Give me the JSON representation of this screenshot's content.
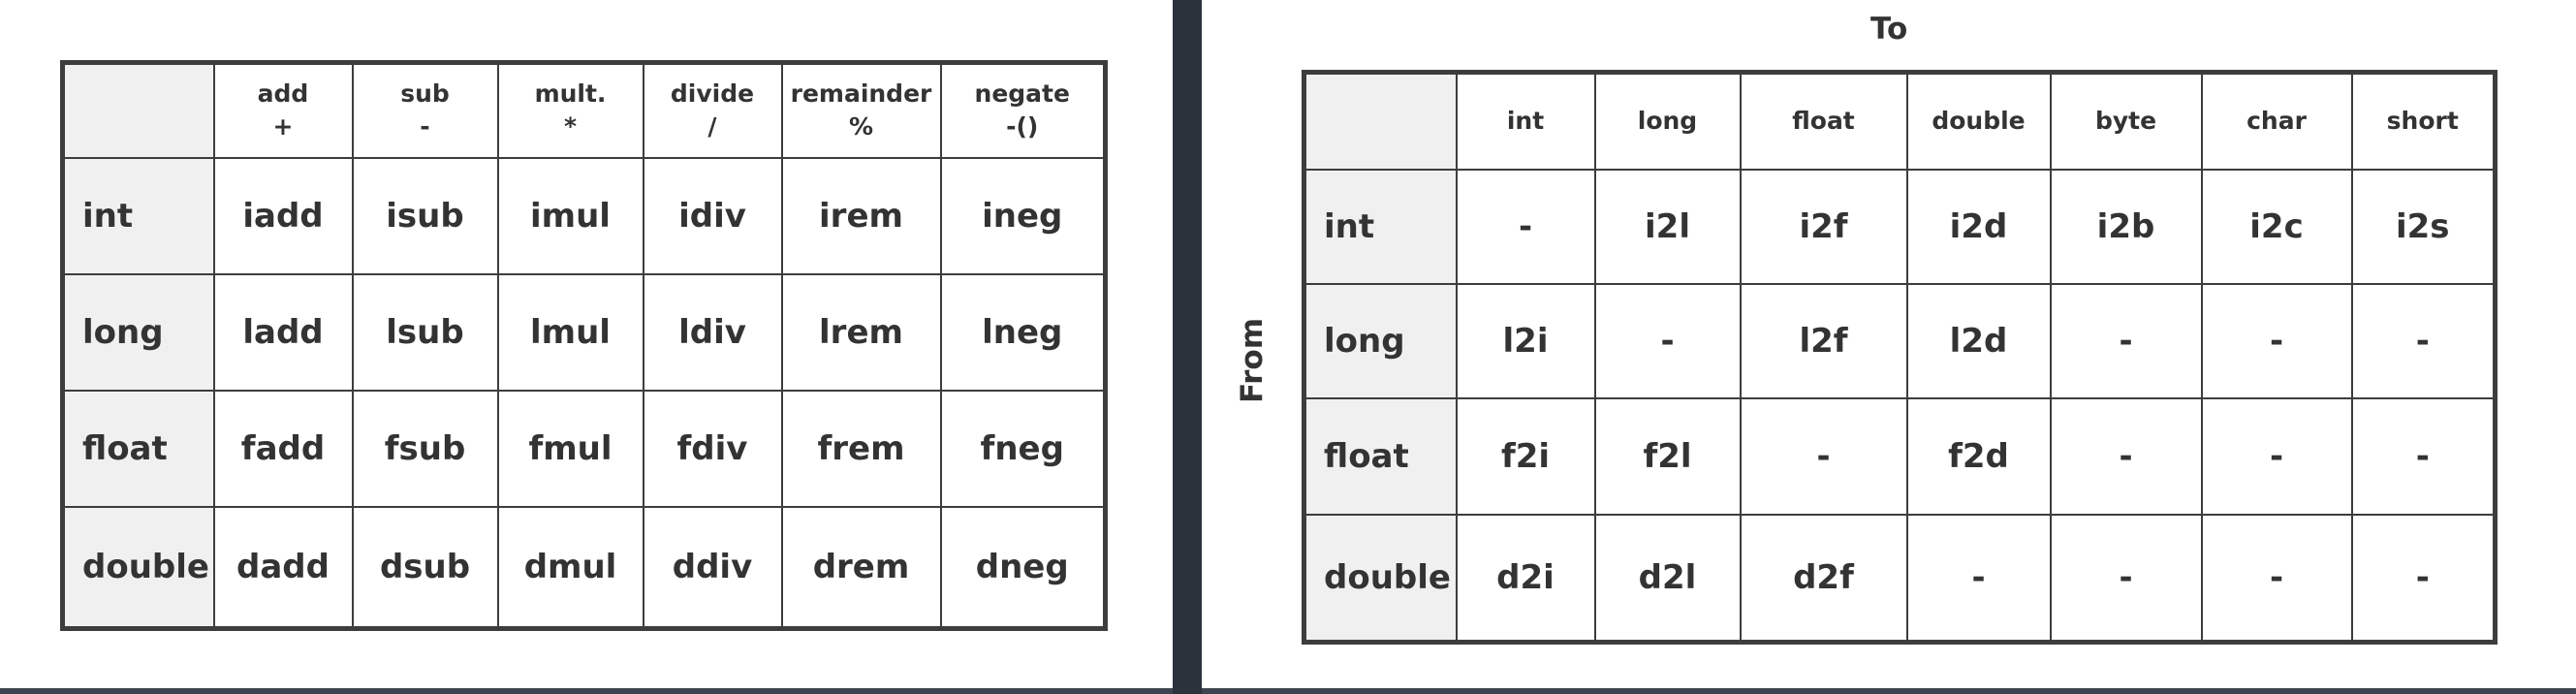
{
  "operations_table": {
    "columns": [
      {
        "name": "add",
        "symbol": "+"
      },
      {
        "name": "sub",
        "symbol": "-"
      },
      {
        "name": "mult.",
        "symbol": "*"
      },
      {
        "name": "divide",
        "symbol": "/"
      },
      {
        "name": "remainder",
        "symbol": "%"
      },
      {
        "name": "negate",
        "symbol": "-()"
      }
    ],
    "rows": [
      {
        "type": "int",
        "cells": [
          "iadd",
          "isub",
          "imul",
          "idiv",
          "irem",
          "ineg"
        ]
      },
      {
        "type": "long",
        "cells": [
          "ladd",
          "lsub",
          "lmul",
          "ldiv",
          "lrem",
          "lneg"
        ]
      },
      {
        "type": "float",
        "cells": [
          "fadd",
          "fsub",
          "fmul",
          "fdiv",
          "frem",
          "fneg"
        ]
      },
      {
        "type": "double",
        "cells": [
          "dadd",
          "dsub",
          "dmul",
          "ddiv",
          "drem",
          "dneg"
        ]
      }
    ]
  },
  "conversion_table": {
    "to_label": "To",
    "from_label": "From",
    "columns": [
      "int",
      "long",
      "float",
      "double",
      "byte",
      "char",
      "short"
    ],
    "rows": [
      {
        "type": "int",
        "cells": [
          "-",
          "i2l",
          "i2f",
          "i2d",
          "i2b",
          "i2c",
          "i2s"
        ]
      },
      {
        "type": "long",
        "cells": [
          "l2i",
          "-",
          "l2f",
          "l2d",
          "-",
          "-",
          "-"
        ]
      },
      {
        "type": "float",
        "cells": [
          "f2i",
          "f2l",
          "-",
          "f2d",
          "-",
          "-",
          "-"
        ]
      },
      {
        "type": "double",
        "cells": [
          "d2i",
          "d2l",
          "d2f",
          "-",
          "-",
          "-",
          "-"
        ]
      }
    ]
  },
  "colors": {
    "background": "#3b4450",
    "panel": "#ffffff",
    "row_header_fill": "#f0f0f0",
    "border": "#3d3d3d",
    "text": "#333333"
  }
}
